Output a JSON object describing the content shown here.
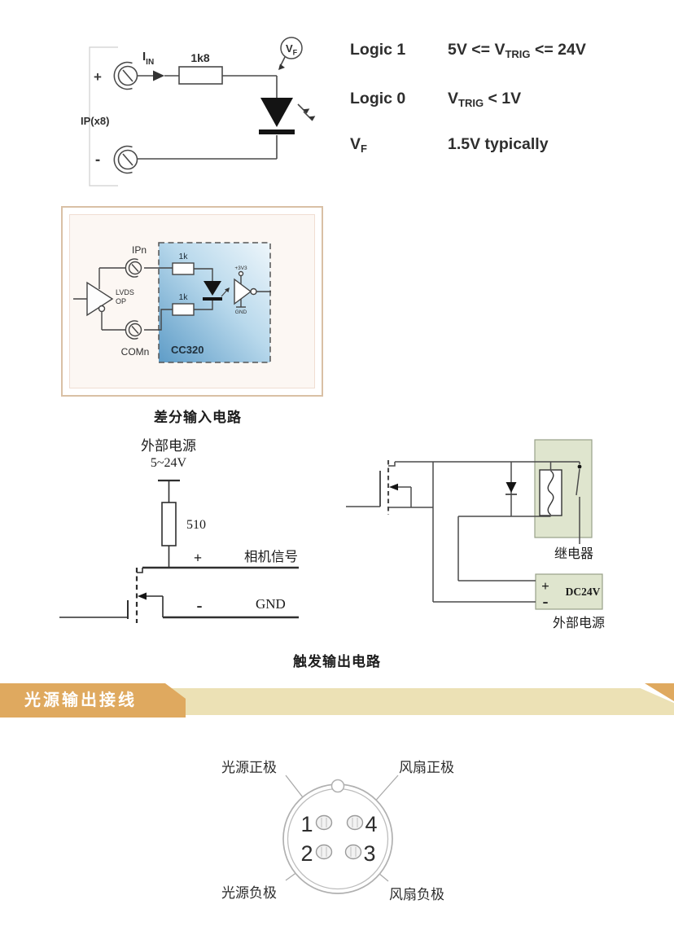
{
  "led_input_circuit": {
    "plus": "+",
    "minus": "-",
    "current_pre": "I",
    "current_sub": "IN",
    "resistor_value": "1k8",
    "input_label": "IP(x8)",
    "probe_pre": "V",
    "probe_sub": "F"
  },
  "logic_table": {
    "rows": [
      {
        "label_pre": "Logic 1",
        "label_sub": "",
        "value_pre": "5V <= V",
        "value_sub": "TRIG",
        "value_post": " <= 24V"
      },
      {
        "label_pre": "Logic 0",
        "label_sub": "",
        "value_pre": "V",
        "value_sub": "TRIG",
        "value_post": " < 1V"
      },
      {
        "label_pre": "V",
        "label_sub": "F",
        "value_pre": "1.5V typically",
        "value_sub": "",
        "value_post": ""
      }
    ]
  },
  "diff_input_circuit": {
    "caption": "差分输入电路",
    "top_terminal": "IPn",
    "bottom_terminal": "COMn",
    "driver_line1": "LVDS",
    "driver_line2": "OP",
    "resistor_top": "1k",
    "resistor_bottom": "1k",
    "chip_label": "CC320",
    "supply_label": "+3V3",
    "ground_label": "GND"
  },
  "trigger_output_circuit": {
    "caption": "触发输出电路",
    "left": {
      "power_label": "外部电源",
      "power_range": "5~24V",
      "resistor_value": "510",
      "plus": "+",
      "signal_label": "相机信号",
      "minus": "-",
      "ground_label": "GND"
    },
    "right": {
      "relay_label": "继电器",
      "dc_plus": "+",
      "dc_minus": "-",
      "dc_label": "DC24V",
      "power_label": "外部电源"
    }
  },
  "banner": {
    "title": "光源输出接线",
    "tab_color": "#dfa95f",
    "strip_color": "#ece1b5"
  },
  "connector_diagram": {
    "labels": {
      "top_left": "光源正极",
      "top_right": "风扇正极",
      "bottom_left": "光源负极",
      "bottom_right": "风扇负极"
    },
    "pin_numbers": {
      "top_left": "1",
      "top_right": "4",
      "bottom_left": "2",
      "bottom_right": "3"
    }
  },
  "colors": {
    "relay_box_fill": "#dfe5ce",
    "cc320_gradient_start": "#5e9cc7",
    "cc320_gradient_end": "#eef6fb",
    "diff_box_border": "#d9c0a5"
  }
}
